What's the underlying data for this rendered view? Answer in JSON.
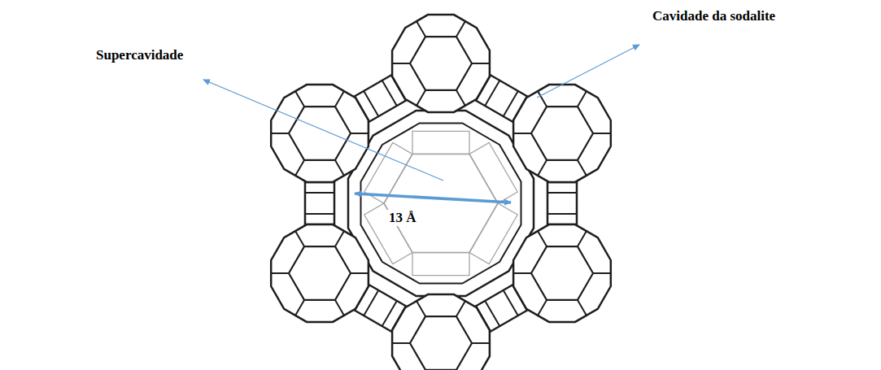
{
  "diagram": {
    "labels": [
      "Cavidade da sodalite",
      "Supercavidade",
      "13 Å"
    ]
  }
}
